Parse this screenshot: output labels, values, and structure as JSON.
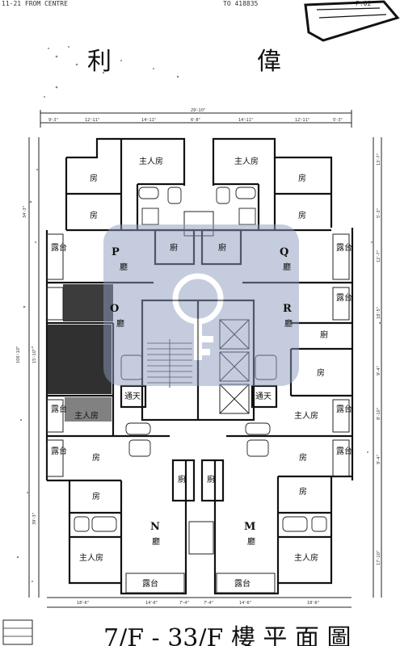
{
  "header": {
    "left_text": "11-21   FROM CENTRE",
    "right_code": "TO 418835",
    "page_mark": "P.02"
  },
  "title": {
    "char_1": "利",
    "char_2": "偉"
  },
  "footer": {
    "caption": "7/F - 33/F 樓 平 面 圖"
  },
  "dimensions": {
    "overall": "29'-10\"",
    "top": [
      "9'-3\"",
      "12'-11\"",
      "14'-11\"",
      "6'-8\"",
      "14'-11\"",
      "12'-11\"",
      "5'-3\""
    ],
    "bottom": [
      "18'-6\"",
      "14'-6\"",
      "7'-4\"",
      "7'-4\"",
      "14'-6\"",
      "18'-6\""
    ],
    "left": [
      "34'-3\"",
      "106'-10\"",
      "15'-10\"",
      "39'-3\""
    ],
    "right": [
      "13'-7\"",
      "5'-3\"",
      "12'-7\"",
      "18'-5\"",
      "9'-4\"",
      "8'-10\"",
      "9'-4\"",
      "17'-10\""
    ]
  },
  "labels": {
    "master_bedroom": "主人房",
    "bedroom": "房",
    "kitchen": "廚",
    "balcony": "露台",
    "hall": "廳",
    "light_well": "通天",
    "flat_p": "P",
    "flat_q": "Q",
    "flat_o": "O",
    "flat_r": "R",
    "flat_n": "N",
    "flat_m": "M"
  },
  "colors": {
    "ink": "#111111",
    "paper": "#ffffff",
    "watermark": "#8c9bbf"
  }
}
